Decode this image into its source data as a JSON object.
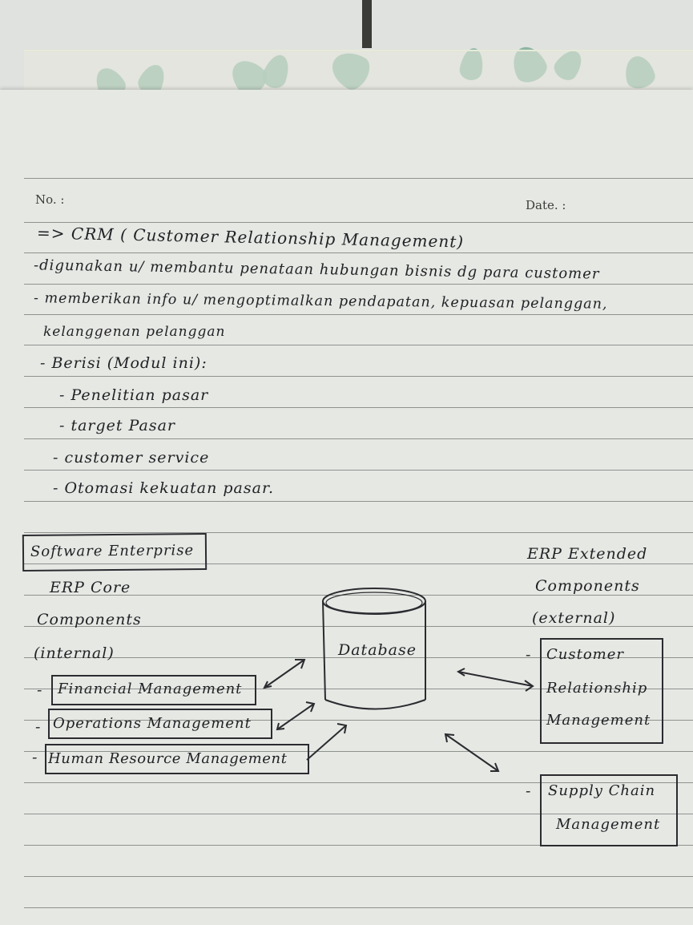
{
  "header": {
    "no_label": "No. :",
    "date_label": "Date. :"
  },
  "notes": {
    "title": "=> CRM ( Customer Relationship Management)",
    "line1": "-digunakan u/ membantu penataan hubungan bisnis dg para customer",
    "line2": "- memberikan info u/ mengoptimalkan pendapatan, kepuasan pelanggan,",
    "line3": "kelanggenan pelanggan",
    "modul_heading": "- Berisi (Modul ini):",
    "modules": [
      "- Penelitian pasar",
      "- target Pasar",
      "- customer service",
      "- Otomasi kekuatan pasar."
    ]
  },
  "diagram": {
    "software_enterprise": "Software Enterprise",
    "core_heading": [
      "ERP Core",
      "Components",
      "(internal)"
    ],
    "core_items": [
      "Financial Management",
      "Operations Management",
      "Human Resource Management"
    ],
    "database_label": "Database",
    "extended_heading": [
      "ERP Extended",
      "Components",
      "(external)"
    ],
    "crm_box": [
      "Customer",
      "Relationship",
      "Management"
    ],
    "scm_box": [
      "Supply Chain",
      "Management"
    ],
    "dash": "-"
  }
}
